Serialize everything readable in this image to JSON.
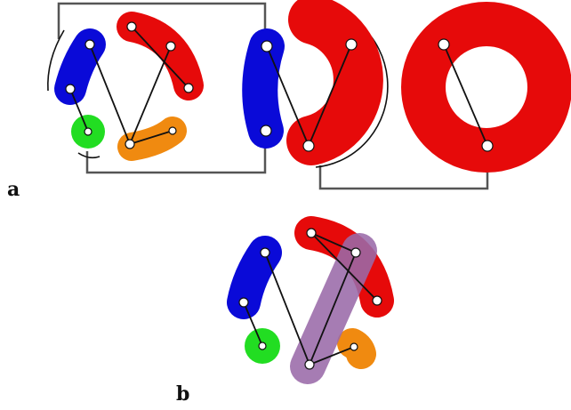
{
  "panels": {
    "a": {
      "label": "a"
    },
    "b": {
      "label": "b"
    }
  },
  "colors": {
    "blue": "#0a0ad8",
    "red": "#e60a0a",
    "green": "#22dd22",
    "orange": "#f08a10",
    "purple": "#9a6aa8",
    "frame": "#555555",
    "edge": "#111111",
    "node": "#ffffff"
  },
  "icons": [
    "blue-blob",
    "red-blob",
    "green-blob",
    "orange-blob",
    "purple-blob",
    "red-ring"
  ]
}
